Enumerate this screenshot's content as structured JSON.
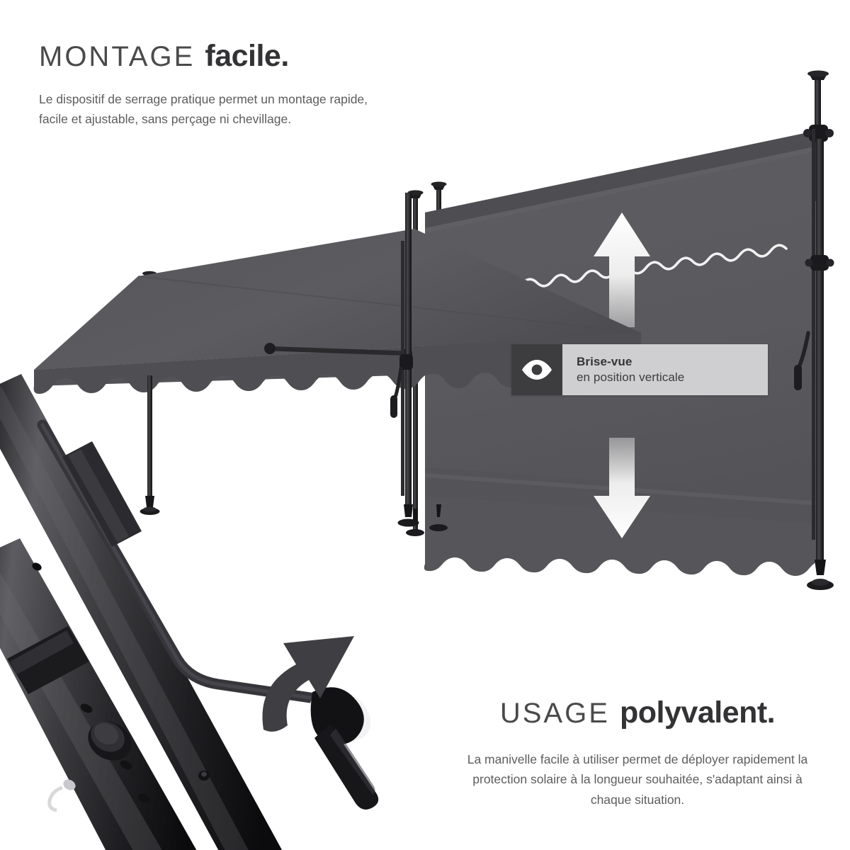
{
  "page": {
    "background_color": "#ffffff",
    "product": "store banne manuel / brise-vue réglable",
    "fabric_color": "#5a5a5e",
    "frame_color": "#2b2b2d",
    "text_color": "#5d5d5f"
  },
  "sections": [
    {
      "id": "montage",
      "heading_light": "MONTAGE",
      "heading_bold": "facile.",
      "body": "Le dispositif de serrage pratique permet un montage rapide, facile et ajustable, sans perçage ni chevillage."
    },
    {
      "id": "usage",
      "heading_light": "USAGE",
      "heading_bold": "polyvalent.",
      "body": "La manivelle facile à utiliser permet de déployer rapidement la protection solaire à la longueur souhaitée, s'adaptant ainsi à chaque situation."
    }
  ],
  "callout": {
    "icon": "eye-icon",
    "title": "Brise-vue",
    "subtitle": "en position verticale",
    "icon_background": "#3d3d3f",
    "panel_background": "#cfcfd1"
  },
  "annotations": {
    "arrow_up": "up-arrow-icon",
    "arrow_down": "down-arrow-icon",
    "arrow_rotate": "rotation-arrow-icon"
  },
  "illustrations": {
    "left_awning": "store-banne-incline-deploye",
    "right_awning": "brise-vue-position-verticale",
    "crank_detail": "manivelle-et-mat-telescopique"
  }
}
